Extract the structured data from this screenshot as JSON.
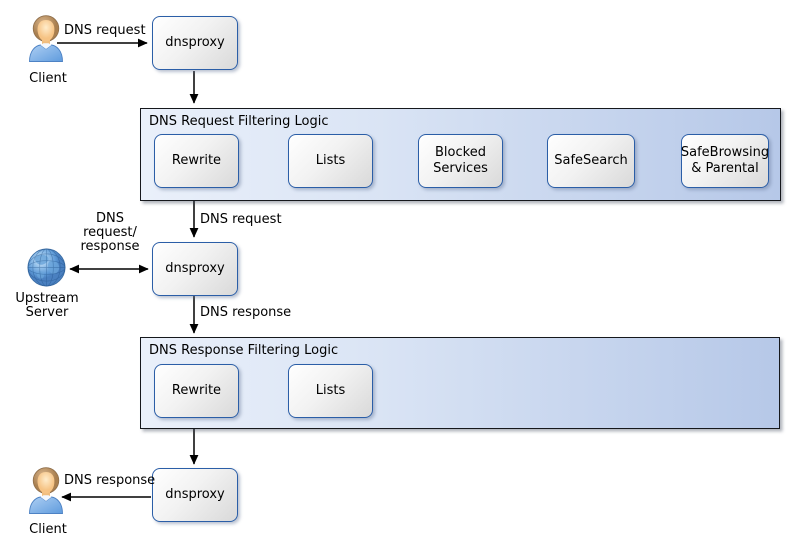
{
  "diagram": {
    "kind": "dns-filtering-flow",
    "colors": {
      "node_border": "#2b5ea7",
      "node_fill_light": "#ffffff",
      "node_fill_dark": "#d9d9d9",
      "container_fill_left": "#eaf0fa",
      "container_fill_right": "#b6c8e8",
      "arrow": "#000000"
    }
  },
  "nodes": {
    "client_top": {
      "label": "Client",
      "icon": "person-icon"
    },
    "proxy_top": {
      "label": "dnsproxy"
    },
    "request_filter": {
      "title": "DNS Request Filtering Logic",
      "steps": [
        {
          "label": "Rewrite"
        },
        {
          "label": "Lists"
        },
        {
          "label": "Blocked\nServices"
        },
        {
          "label": "SafeSearch"
        },
        {
          "label": "SafeBrowsing\n& Parental"
        }
      ]
    },
    "proxy_mid": {
      "label": "dnsproxy"
    },
    "upstream": {
      "label": "Upstream\nServer",
      "icon": "globe-icon"
    },
    "response_filter": {
      "title": "DNS Response Filtering Logic",
      "steps": [
        {
          "label": "Rewrite"
        },
        {
          "label": "Lists"
        }
      ]
    },
    "proxy_bottom": {
      "label": "dnsproxy"
    },
    "client_bottom": {
      "label": "Client",
      "icon": "person-icon"
    }
  },
  "edges": {
    "client_to_proxy": "DNS request",
    "filter_to_proxy": "DNS request",
    "upstream_link": "DNS\nrequest/\nresponse",
    "proxy_to_response_filter": "DNS response",
    "proxy_to_client": "DNS response"
  }
}
